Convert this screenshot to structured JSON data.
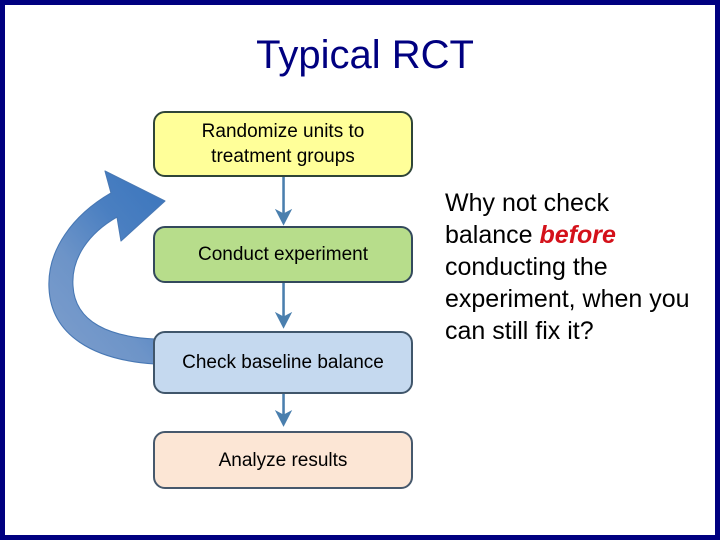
{
  "slide": {
    "title": "Typical RCT",
    "title_color": "#000080",
    "border_color": "#000080",
    "background": "#ffffff"
  },
  "flowchart": {
    "steps": [
      {
        "id": "randomize",
        "label": "Randomize units to treatment groups",
        "fill": "#ffff99",
        "stroke": "#2f4538"
      },
      {
        "id": "conduct",
        "label": "Conduct experiment",
        "fill": "#b7dd8b",
        "stroke": "#33495c"
      },
      {
        "id": "baseline",
        "label": "Check baseline balance",
        "fill": "#c5d9ef",
        "stroke": "#40566b"
      },
      {
        "id": "analyze",
        "label": "Analyze results",
        "fill": "#fce6d5",
        "stroke": "#46586c"
      }
    ],
    "connector_color": "#4a7fae",
    "feedback_arrow": {
      "name": "curved-feedback-arrow",
      "from": "baseline",
      "to": "randomize",
      "color_start": "#4a7fc1",
      "color_end": "#8ba8cf"
    }
  },
  "callout": {
    "line1": "Why not check",
    "line2_prefix": "balance ",
    "line2_emphasis": "before",
    "line3": "conducting the",
    "line4": "experiment, when you",
    "line5": "can still fix it?",
    "emphasis_color": "#d4111a"
  }
}
